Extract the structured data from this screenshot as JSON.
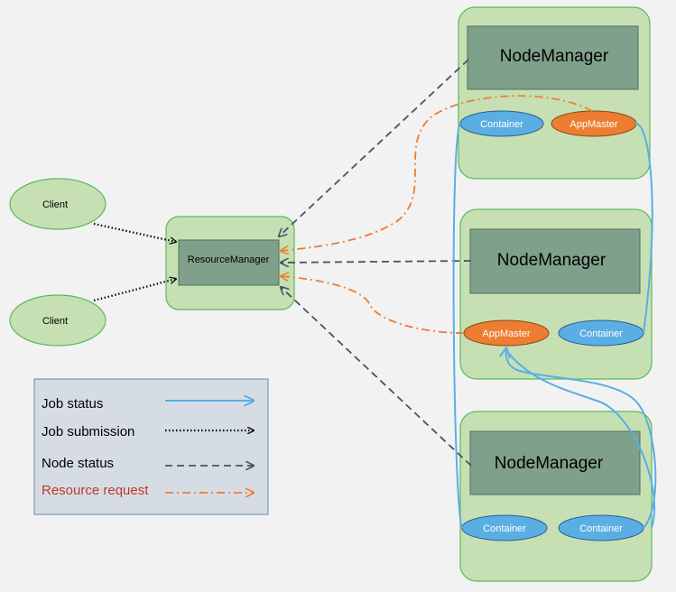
{
  "nodes": {
    "client_top": "Client",
    "client_bottom": "Client",
    "resource_manager": "ResourceManager",
    "node_managers": [
      {
        "label": "NodeManager",
        "left_pill": "Container",
        "right_pill": "AppMaster"
      },
      {
        "label": "NodeManager",
        "left_pill": "AppMaster",
        "right_pill": "Container"
      },
      {
        "label": "NodeManager",
        "left_pill": "Container",
        "right_pill": "Container"
      }
    ]
  },
  "legend": {
    "items": [
      {
        "label": "Job status"
      },
      {
        "label": "Job submission"
      },
      {
        "label": "Node status"
      },
      {
        "label": "Resource request"
      }
    ]
  },
  "colors": {
    "background": "#f2f2f2",
    "green_fill": "#c6e0b4",
    "green_stroke": "#5cb85c",
    "dark_box_fill": "#7fa08b",
    "dark_box_stroke": "#4f6f5c",
    "container_fill": "#5aaee4",
    "appmaster_fill": "#ed7d31",
    "job_status_line": "#5aaee4",
    "job_submission_line": "#000000",
    "node_status_line": "#44546a",
    "resource_request_line": "#ed7d31",
    "legend_fill": "#d6dce4",
    "legend_stroke": "#8497b0"
  }
}
